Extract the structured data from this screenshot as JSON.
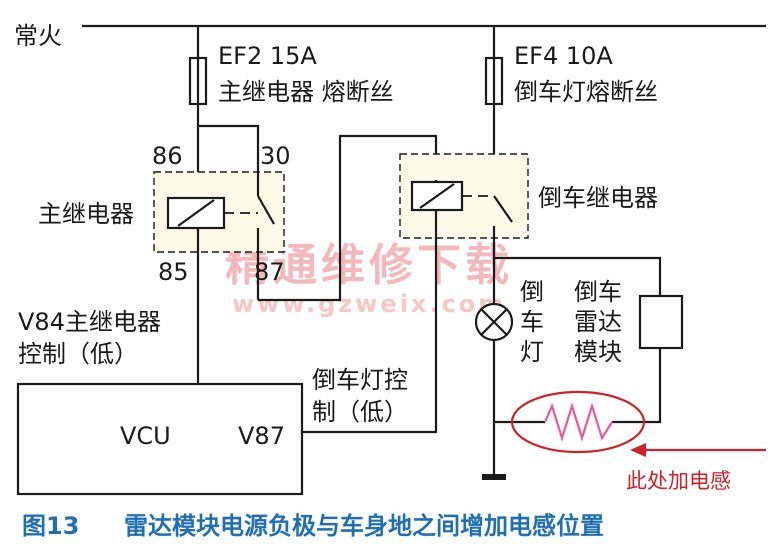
{
  "labels": {
    "power": "常火",
    "fuse1_rating": "EF2 15A",
    "fuse1_name": "主继电器 熔断丝",
    "fuse2_rating": "EF4 10A",
    "fuse2_name": "倒车灯熔断丝",
    "pin86": "86",
    "pin30": "30",
    "pin85": "85",
    "pin87": "87",
    "main_relay": "主继电器",
    "reverse_relay": "倒车继电器",
    "v84_line1": "V84主继电器",
    "v84_line2": "控制（低）",
    "vcu": "VCU",
    "v87": "V87",
    "rev_ctrl_line1": "倒车灯控",
    "rev_ctrl_line2": "制（低）",
    "lamp": [
      "倒",
      "车",
      "灯"
    ],
    "radar": [
      "倒车",
      "雷达",
      "模块"
    ],
    "inductor_note": "此处加电感",
    "caption_num": "图13",
    "caption_text": "雷达模块电源负极与车身地之间增加电感位置"
  },
  "watermark": {
    "main": "精通维修下载",
    "url": "www.gzweix.com"
  },
  "colors": {
    "wire": "#1a1a1a",
    "annotation": "#d0202a",
    "caption": "#1f6fb2",
    "watermark": "#f3b8bc"
  }
}
